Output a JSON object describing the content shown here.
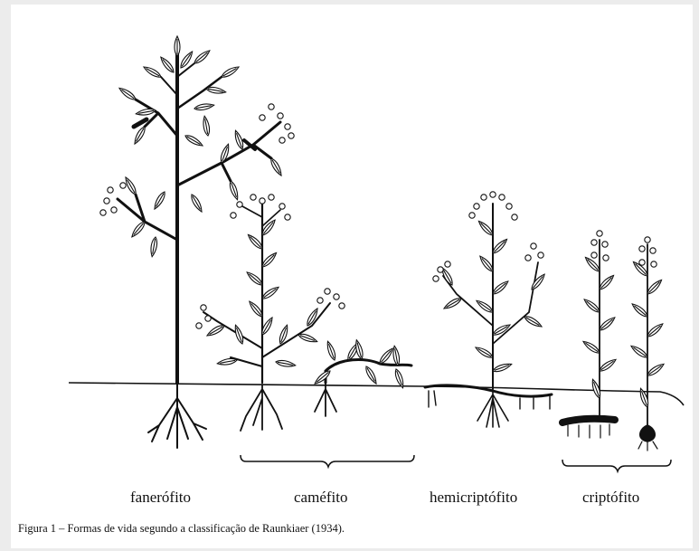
{
  "figure": {
    "labels": {
      "fanerofito": "fanerófito",
      "camefito": "caméfito",
      "hemicriptofito": "hemicriptófito",
      "criptofito": "criptófito"
    },
    "caption": "Figura 1 – Formas de vida segundo a classificação de Raunkiaer (1934)."
  }
}
